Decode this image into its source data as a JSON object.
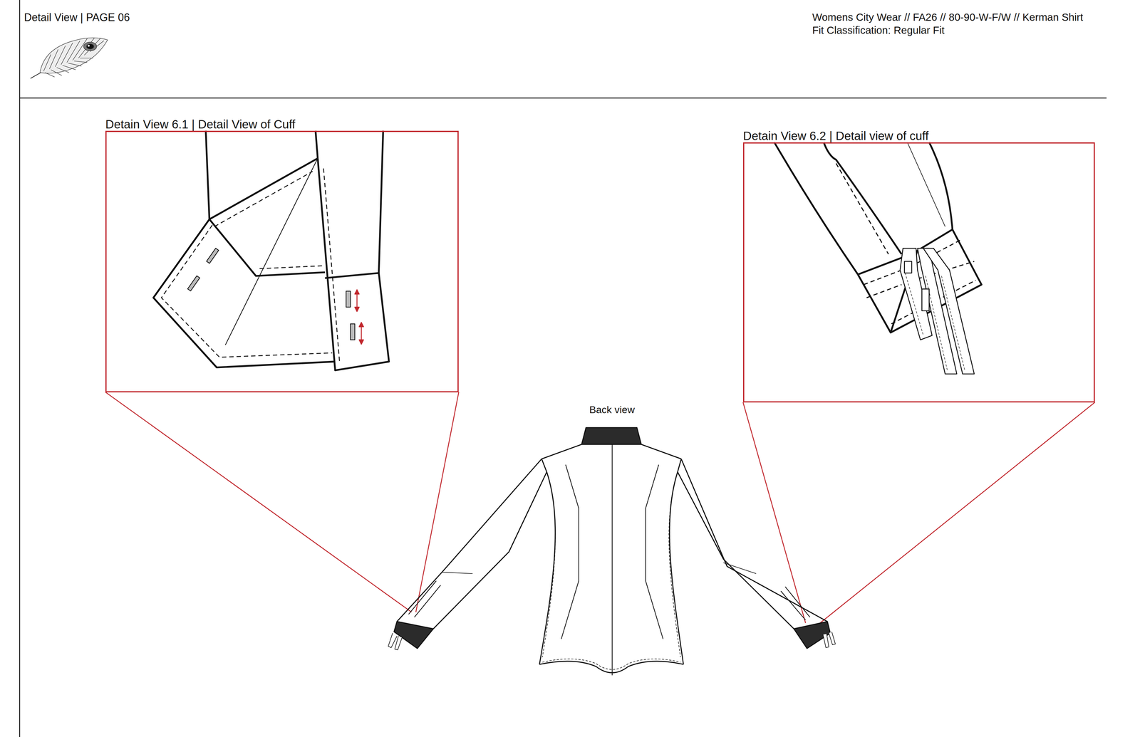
{
  "diagram": {
    "nodes": [
      {
        "text": [
          "Detain View 6.1 | Detail View of Cuff"
        ]
      },
      {
        "text": [
          "Detain View 6.2 | Detail view of cuff"
        ]
      }
    ],
    "labels": [
      "Detail View | PAGE 06",
      "Womens City Wear // FA26 // 80-90-W-F/W // Kerman Shirt",
      "Fit Classification: Regular Fit",
      "Back view"
    ]
  }
}
